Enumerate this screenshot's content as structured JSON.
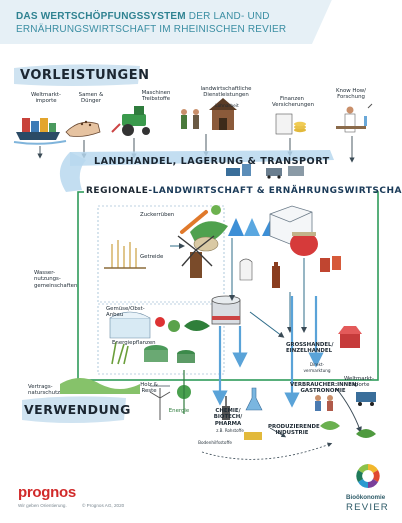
{
  "header": {
    "title_bold": "DAS WERTSCHÖPFUNGSSYSTEM",
    "title_rest_1": " DER LAND- UND",
    "title_line_2": "ERNÄHRUNGSWIRTSCHAFT IM RHEINISCHEN REVIER"
  },
  "sections": {
    "vorleistungen": "VORLEISTUNGEN",
    "landhandel": "LANDHANDEL, LAGERUNG & TRANSPORT",
    "regionale_prefix": "REGIONALE",
    "regionale_suffix": "-LANDWIRTSCHAFT & ERNÄHRUNGSWIRTSCHAFT",
    "verwendung": "VERWENDUNG"
  },
  "inputs": [
    "Weltmarkt-importe",
    "Samen & Dünger",
    "Maschinen Treibstoffe",
    "landwirtschaftliche Dienstleistungen",
    "Finanzen Versicherungen",
    "Know How/ Forschung"
  ],
  "inputs_small": {
    "lohnarbeit": "Lohnarbeit"
  },
  "diagram_labels": {
    "zuckerrueben": "Zuckerrüben",
    "getreide": "Getreide",
    "wasser": "Wasser-nutzungs-gemeinschaften",
    "gemuese": "Gemüse/Obst-Anbau",
    "energiepflanzen": "Energiepflanzen",
    "vertragsnaturschutz": "Vertrags-naturschutz",
    "holzreste": "Holz & Reste",
    "energie": "Energie",
    "grosshandel": "GROSSHANDEL/ EINZELHANDEL",
    "direktvermarktung": "Direkt-vermarktung",
    "verbraucher": "VERBRAUCHER:INNEN/ GASTRONOMIE",
    "weltmarktexporte": "Weltmarkt-exporte",
    "chemie": "CHEMIE/ BIOTECH/ PHARMA",
    "chemie_sub": "z.B. Rohstoffe",
    "produzierende": "PRODUZIERENDE INDUSTRIE",
    "boden": "Bodenhilfsstoffe"
  },
  "footer": {
    "logo": "prognos",
    "claim": "Wir geben Orientierung.",
    "copyright": "© Prognos AG, 2020",
    "bio_line1": "Bioökonomie",
    "bio_line2": "REVIER"
  },
  "colors": {
    "header_bg": "#e6f0f6",
    "title": "#3b8ea3",
    "box_green": "#2f9b5a",
    "arrow_blue": "#8fc3e8",
    "prognos_red": "#d12a2a"
  }
}
